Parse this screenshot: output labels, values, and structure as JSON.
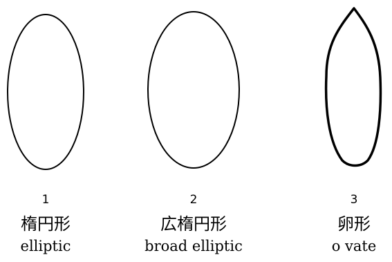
{
  "shapes": [
    {
      "number": "1",
      "japanese": "楕円形",
      "english": "elliptic",
      "icon": "elliptic-leaf-outline"
    },
    {
      "number": "2",
      "japanese": "広楕円形",
      "english": "broad elliptic",
      "icon": "broad-elliptic-leaf-outline"
    },
    {
      "number": "3",
      "japanese": "卵形",
      "english": "o vate",
      "icon": "ovate-leaf-outline"
    }
  ],
  "colors": {
    "stroke": "#000000",
    "background": "#ffffff"
  }
}
